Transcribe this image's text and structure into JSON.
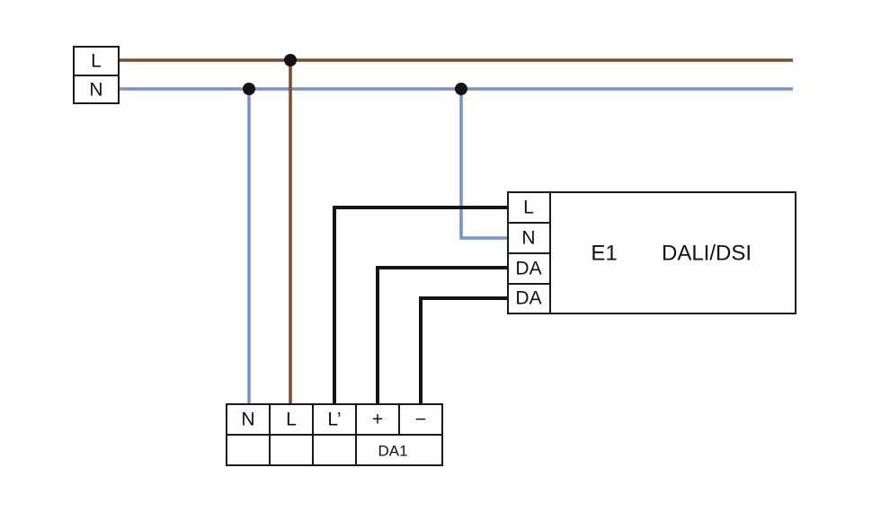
{
  "diagram": {
    "type": "wiring-diagram",
    "supply": {
      "terminals": [
        "L",
        "N"
      ]
    },
    "device": {
      "id": "E1",
      "system": "DALI/DSI",
      "terminals": [
        "L",
        "N",
        "DA",
        "DA"
      ]
    },
    "bottom_block": {
      "terminals": [
        "N",
        "L",
        "L’",
        "+",
        "−"
      ],
      "bus_label": "DA1"
    },
    "colors": {
      "live": "#7b4a2b",
      "neutral": "#7294c9",
      "signal": "#141414",
      "outline": "#1a1a1a",
      "background": "#ffffff"
    }
  }
}
